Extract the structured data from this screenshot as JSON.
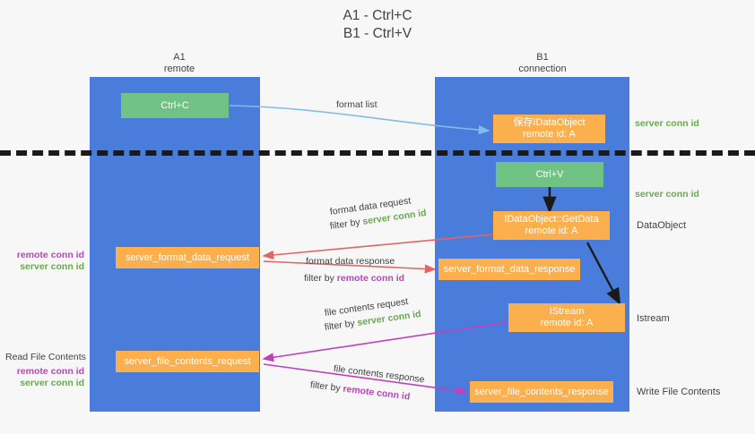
{
  "title": {
    "line1": "A1 - Ctrl+C",
    "line2": "B1 - Ctrl+V"
  },
  "columns": [
    {
      "name": "A1",
      "sub": "remote"
    },
    {
      "name": "B1",
      "sub": "connection"
    }
  ],
  "nodes": {
    "ctrl_c": {
      "label": "Ctrl+C"
    },
    "save_dataobject": {
      "line1": "保存IDataObject",
      "line2": "remote id: A"
    },
    "ctrl_v": {
      "label": "Ctrl+V"
    },
    "getdata": {
      "line1": "IDataObject::GetData",
      "line2": "remote id: A"
    },
    "istream": {
      "line1": "IStream",
      "line2": "remote id: A"
    },
    "server_format_data_request": {
      "label": "server_format_data_request"
    },
    "server_format_data_response": {
      "label": "server_format_data_response"
    },
    "server_file_contents_request": {
      "label": "server_file_contents_request"
    },
    "server_file_contents_response": {
      "label": "server_file_contents_response"
    }
  },
  "edges": {
    "format_list": {
      "label": "format list"
    },
    "format_data_request": {
      "label": "format data request",
      "filter_prefix": "filter by ",
      "filter_value": "server conn id"
    },
    "format_data_response": {
      "label": "format data response",
      "filter_prefix": "filter by ",
      "filter_value": "remote conn id"
    },
    "file_contents_request": {
      "label": "file contents request",
      "filter_prefix": "filter by ",
      "filter_value": "server conn id"
    },
    "file_contents_response": {
      "label": "file contents response",
      "filter_prefix": "filter by ",
      "filter_value": "remote conn id"
    }
  },
  "annotations": {
    "server_conn_id_top": "server conn id",
    "server_conn_id_mid": "server conn id",
    "left_mid_remote": "remote conn id",
    "left_mid_server": "server conn id",
    "read_file_contents": "Read File Contents",
    "left_low_remote": "remote conn id",
    "left_low_server": "server conn id",
    "right_dataobject": "DataObject",
    "right_istream": "Istream",
    "right_write_file_contents": "Write File Contents"
  },
  "colors": {
    "lane": "#4a7ddb",
    "green_node": "#71c285",
    "orange_node": "#fbb04d",
    "green_text": "#6aa84f",
    "purple_text": "#c040c0",
    "light_blue_arrow": "#7fbde8",
    "red_arrow": "#e06666",
    "magenta_arrow": "#c040c0",
    "black_arrow": "#1a1a1a",
    "background": "#f7f7f7"
  }
}
